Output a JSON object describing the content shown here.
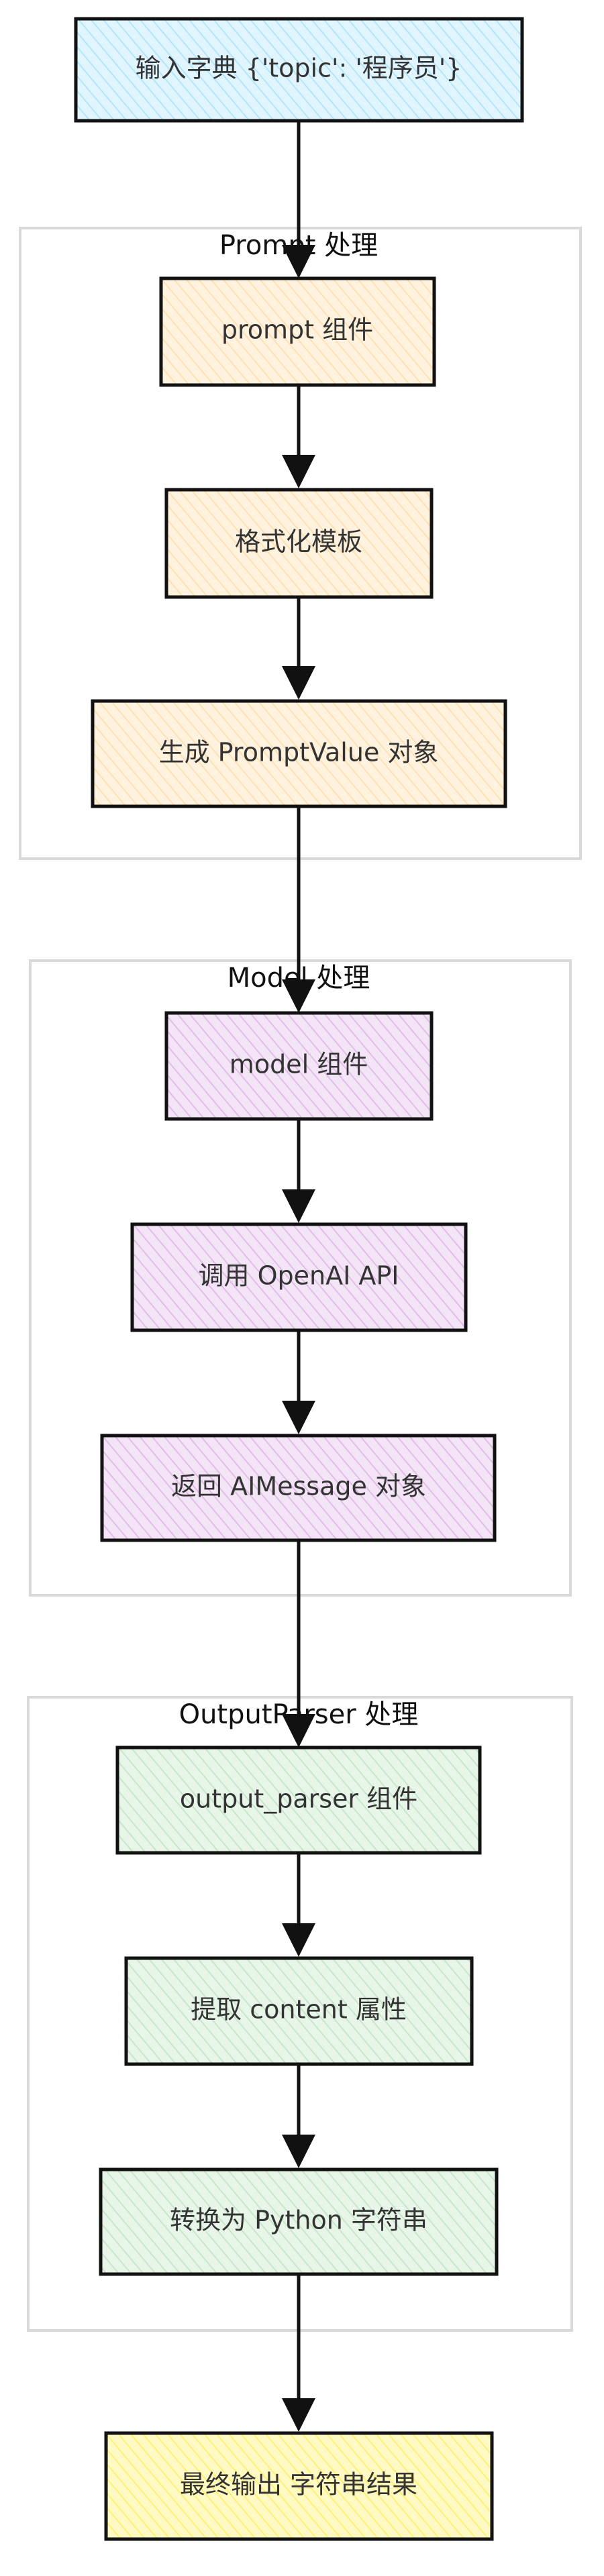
{
  "input": {
    "label": "输入字典 {'topic': '程序员'}",
    "fill": "#e1f5fe"
  },
  "groups": [
    {
      "title": "Prompt 处理",
      "fill": "#fff3e0",
      "nodes": [
        "prompt 组件",
        "格式化模板",
        "生成 PromptValue 对象"
      ]
    },
    {
      "title": "Model 处理",
      "fill": "#f3e5f5",
      "nodes": [
        "model 组件",
        "调用 OpenAI API",
        "返回 AIMessage 对象"
      ]
    },
    {
      "title": "OutputParser 处理",
      "fill": "#e8f5e9",
      "nodes": [
        "output_parser 组件",
        "提取 content 属性",
        "转换为 Python 字符串"
      ]
    }
  ],
  "output": {
    "label": "最终输出 字符串结果",
    "fill": "#fff9c4"
  },
  "colors": {
    "stroke": "#111111",
    "group_border": "#d9d9d9",
    "text": "#333333"
  }
}
